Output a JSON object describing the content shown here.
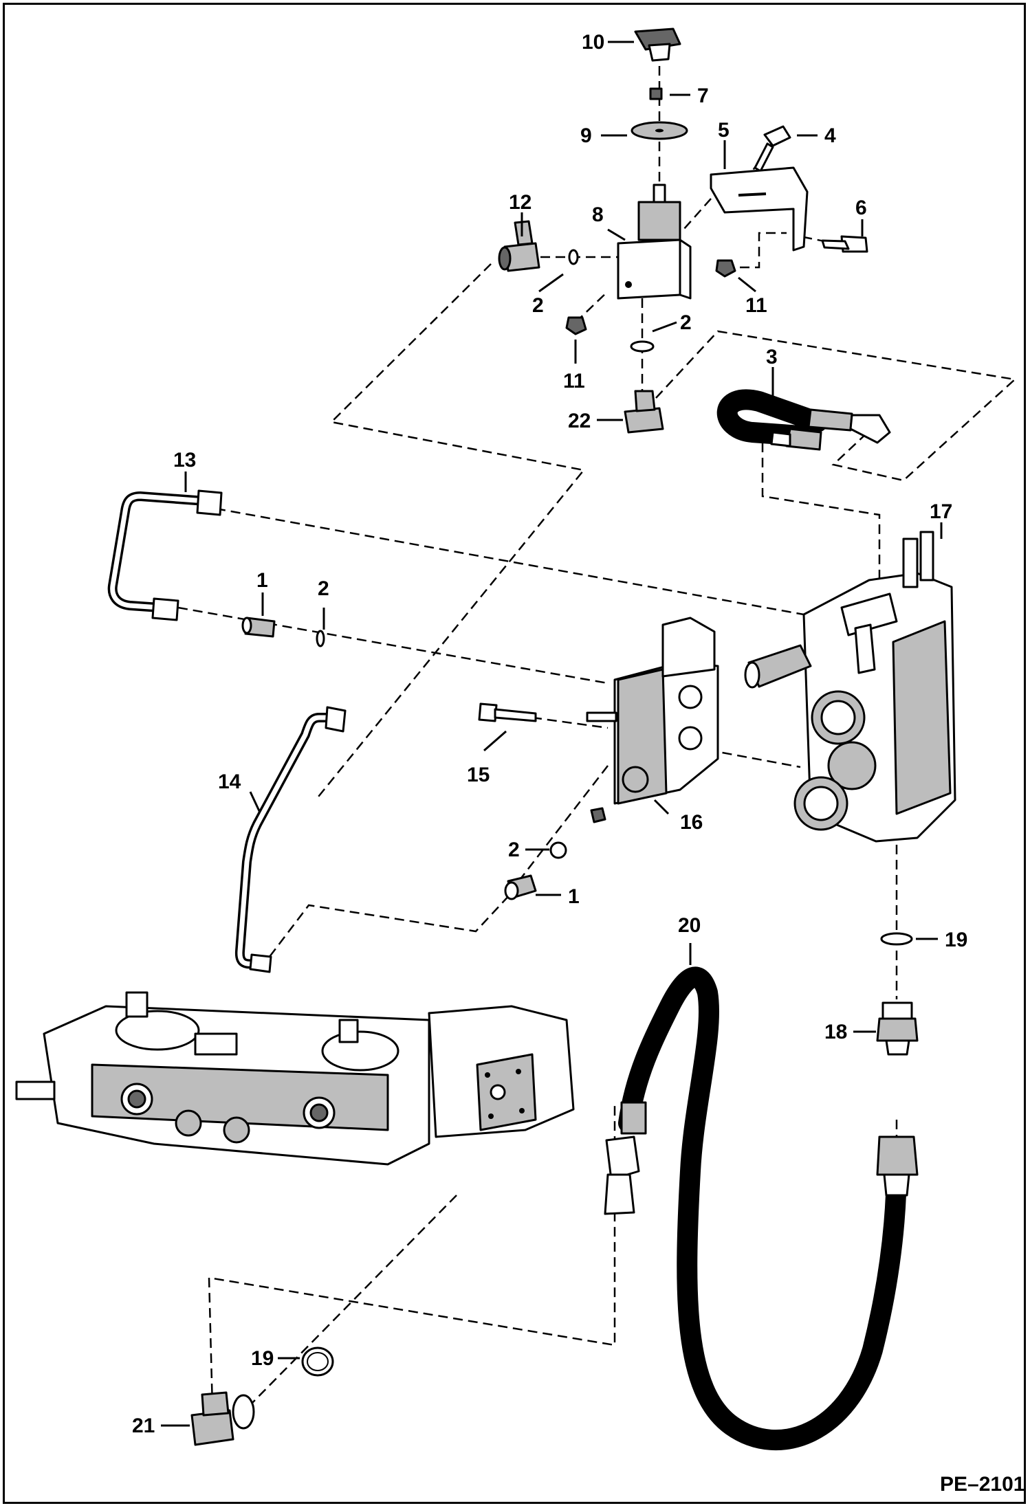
{
  "diagram": {
    "reference_code": "PE–2101",
    "callouts": [
      {
        "id": "callout-10",
        "text": "10"
      },
      {
        "id": "callout-7",
        "text": "7"
      },
      {
        "id": "callout-9",
        "text": "9"
      },
      {
        "id": "callout-4",
        "text": "4"
      },
      {
        "id": "callout-5",
        "text": "5"
      },
      {
        "id": "callout-12",
        "text": "12"
      },
      {
        "id": "callout-8",
        "text": "8"
      },
      {
        "id": "callout-6",
        "text": "6"
      },
      {
        "id": "callout-2a",
        "text": "2"
      },
      {
        "id": "callout-11a",
        "text": "11"
      },
      {
        "id": "callout-2b",
        "text": "2"
      },
      {
        "id": "callout-11b",
        "text": "11"
      },
      {
        "id": "callout-3",
        "text": "3"
      },
      {
        "id": "callout-22",
        "text": "22"
      },
      {
        "id": "callout-13",
        "text": "13"
      },
      {
        "id": "callout-17",
        "text": "17"
      },
      {
        "id": "callout-1a",
        "text": "1"
      },
      {
        "id": "callout-2c",
        "text": "2"
      },
      {
        "id": "callout-15",
        "text": "15"
      },
      {
        "id": "callout-14",
        "text": "14"
      },
      {
        "id": "callout-16",
        "text": "16"
      },
      {
        "id": "callout-2d",
        "text": "2"
      },
      {
        "id": "callout-1b",
        "text": "1"
      },
      {
        "id": "callout-20",
        "text": "20"
      },
      {
        "id": "callout-19a",
        "text": "19"
      },
      {
        "id": "callout-18",
        "text": "18"
      },
      {
        "id": "callout-19b",
        "text": "19"
      },
      {
        "id": "callout-21",
        "text": "21"
      }
    ]
  }
}
